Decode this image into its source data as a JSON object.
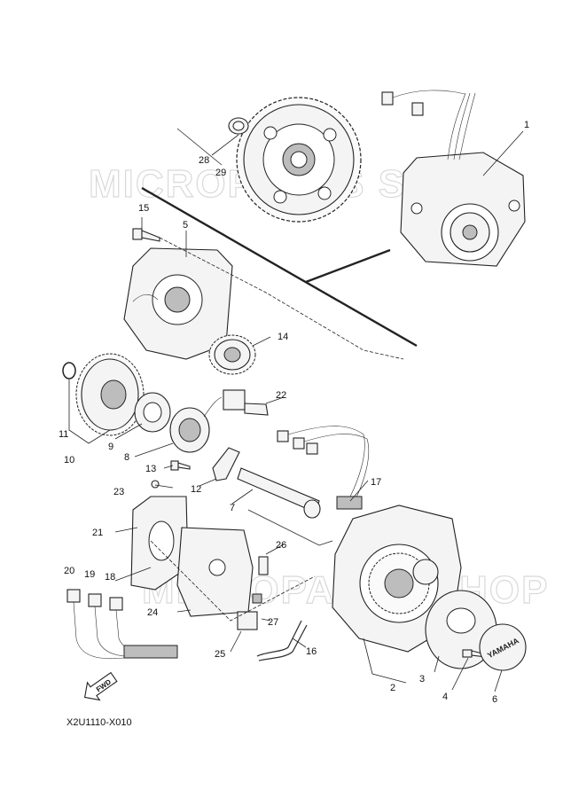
{
  "diagram": {
    "code": "X2U1110-X010",
    "fwd_label": "FWD",
    "watermark": "MICROPARTS SHOP",
    "cover_logo": "YAMAHA",
    "callouts": [
      {
        "id": "1",
        "label": "1"
      },
      {
        "id": "2",
        "label": "2"
      },
      {
        "id": "3",
        "label": "3"
      },
      {
        "id": "4",
        "label": "4"
      },
      {
        "id": "5",
        "label": "5"
      },
      {
        "id": "6",
        "label": "6"
      },
      {
        "id": "7",
        "label": "7"
      },
      {
        "id": "8",
        "label": "8"
      },
      {
        "id": "9",
        "label": "9"
      },
      {
        "id": "10",
        "label": "10"
      },
      {
        "id": "11",
        "label": "11"
      },
      {
        "id": "12",
        "label": "12"
      },
      {
        "id": "13",
        "label": "13"
      },
      {
        "id": "14",
        "label": "14"
      },
      {
        "id": "15",
        "label": "15"
      },
      {
        "id": "16",
        "label": "16"
      },
      {
        "id": "17",
        "label": "17"
      },
      {
        "id": "18",
        "label": "18"
      },
      {
        "id": "19",
        "label": "19"
      },
      {
        "id": "20",
        "label": "20"
      },
      {
        "id": "21",
        "label": "21"
      },
      {
        "id": "22",
        "label": "22"
      },
      {
        "id": "23",
        "label": "23"
      },
      {
        "id": "24",
        "label": "24"
      },
      {
        "id": "25",
        "label": "25"
      },
      {
        "id": "26",
        "label": "26"
      },
      {
        "id": "27",
        "label": "27"
      },
      {
        "id": "28",
        "label": "28"
      },
      {
        "id": "29",
        "label": "29"
      }
    ]
  }
}
